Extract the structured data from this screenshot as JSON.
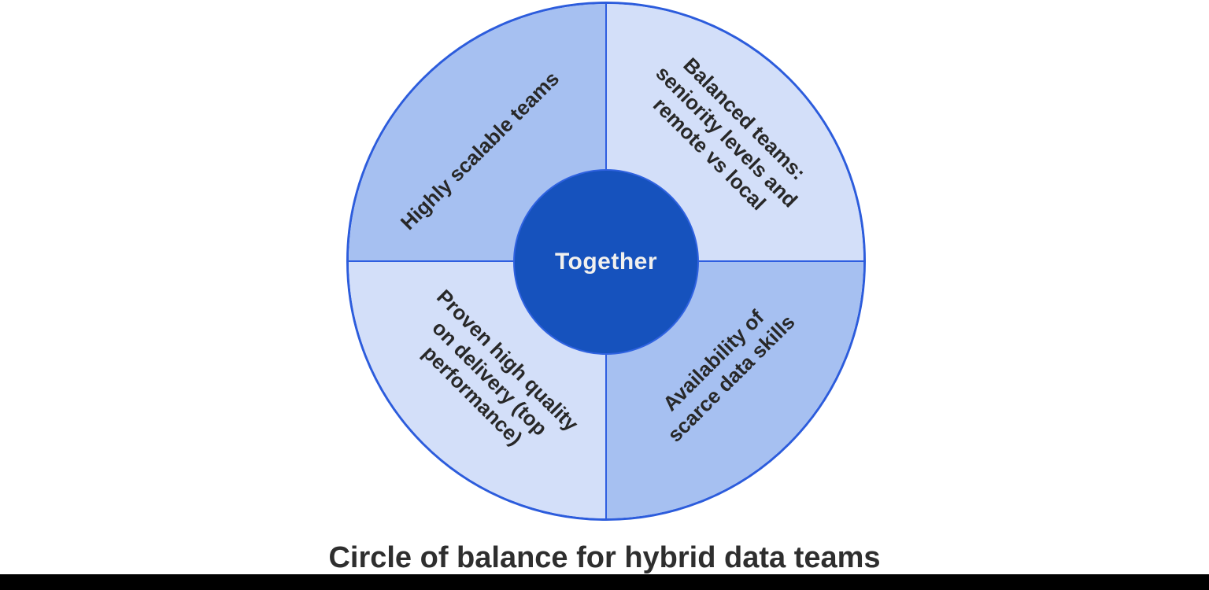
{
  "diagram": {
    "caption": "Circle of balance for hybrid data teams",
    "center": {
      "label": "Together"
    },
    "quadrants": [
      {
        "position": "top-left",
        "label": "Highly scalable teams"
      },
      {
        "position": "top-right",
        "label": "Balanced teams:\nseniority levels and\nremote vs local"
      },
      {
        "position": "bottom-left",
        "label": "Proven high quality\non delivery (top\nperformance)"
      },
      {
        "position": "bottom-right",
        "label": "Availability of\nscarce data skills"
      }
    ],
    "colors": {
      "quadrant_medium_blue": "#a6c0f1",
      "quadrant_light_blue": "#d3dff9",
      "hub_fill": "#1652bd",
      "outline_blue": "#2c5cdc",
      "label_text": "#282828",
      "hub_text": "#f1f0ee",
      "caption_text": "#2e2e2e",
      "footer_bar": "#000000"
    }
  }
}
